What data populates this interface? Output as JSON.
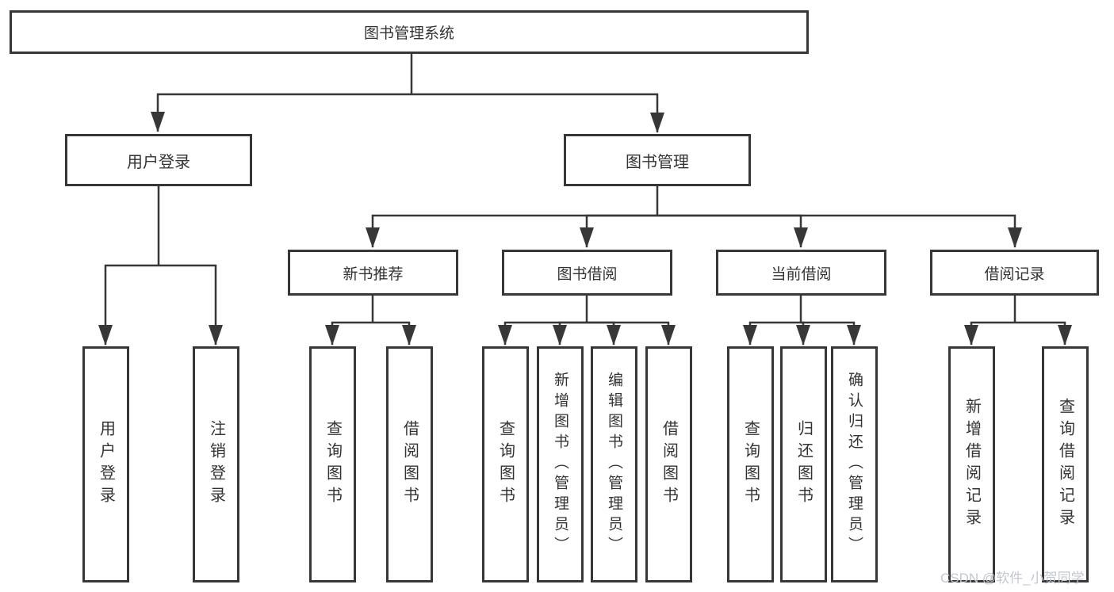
{
  "diagram": {
    "root": {
      "label": "图书管理系统"
    },
    "level2": [
      {
        "label": "用户登录"
      },
      {
        "label": "图书管理"
      }
    ],
    "level3": [
      {
        "label": "新书推荐"
      },
      {
        "label": "图书借阅"
      },
      {
        "label": "当前借阅"
      },
      {
        "label": "借阅记录"
      }
    ],
    "leaves": {
      "user_login": [
        "用户登录",
        "注销登录"
      ],
      "new_books": [
        "查询图书",
        "借阅图书"
      ],
      "book_borrow": [
        "查询图书",
        "新增图书（管理员）",
        "编辑图书（管理员）",
        "借阅图书"
      ],
      "current_borrow": [
        "查询图书",
        "归还图书",
        "确认归还（管理员）"
      ],
      "borrow_records": [
        "新增借阅记录",
        "查询借阅记录"
      ]
    }
  },
  "watermark": {
    "text": "CSDN @软件_小贺同学",
    "color": "#c2c6ce"
  },
  "colors": {
    "line": "#373737",
    "text": "#333333",
    "background": "#ffffff"
  }
}
